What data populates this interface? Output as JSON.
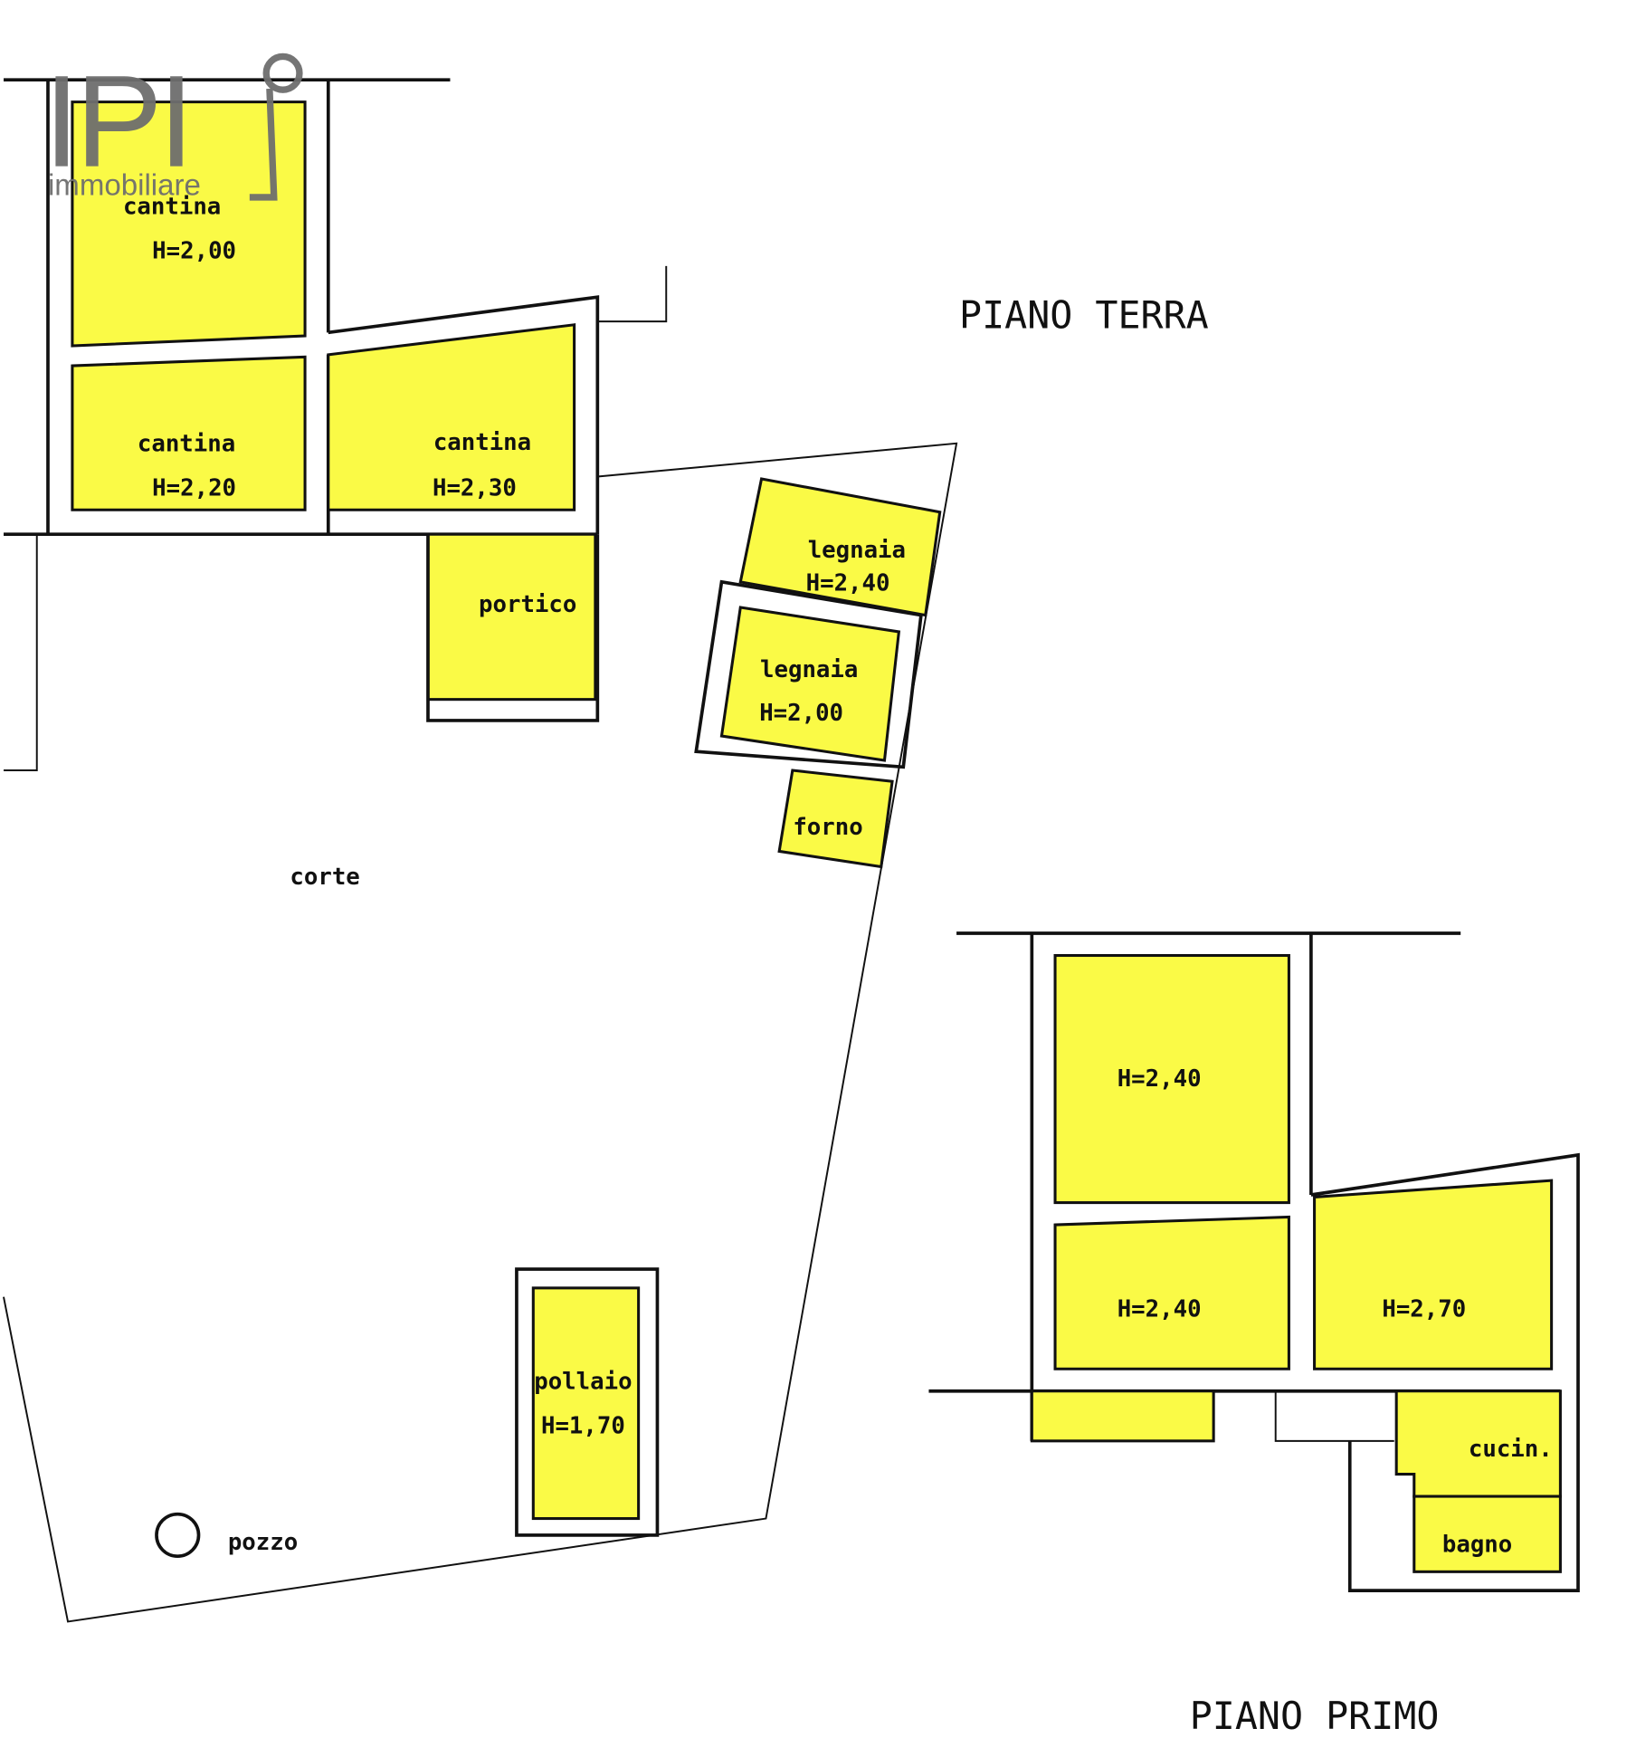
{
  "colors": {
    "room_fill": "#fafa46",
    "line": "#111111",
    "logo": "#6e6e6e"
  },
  "logo": {
    "mark": "IPI",
    "text": "immobiliare"
  },
  "piano_terra": {
    "title": "PIANO TERRA",
    "rooms": [
      {
        "name": "cantina",
        "height": "H=2,00"
      },
      {
        "name": "cantina",
        "height": "H=2,20"
      },
      {
        "name": "cantina",
        "height": "H=2,30"
      },
      {
        "name": "portico"
      },
      {
        "name": "legnaia",
        "height": "H=2,40"
      },
      {
        "name": "legnaia",
        "height": "H=2,00"
      },
      {
        "name": "forno"
      },
      {
        "name": "pollaio",
        "height": "H=1,70"
      }
    ],
    "corte": "corte",
    "pozzo": "pozzo"
  },
  "piano_primo": {
    "title": "PIANO PRIMO",
    "rooms": [
      {
        "height": "H=2,40"
      },
      {
        "height": "H=2,40"
      },
      {
        "height": "H=2,70"
      },
      {
        "name": "cucin."
      },
      {
        "name": "bagno"
      }
    ]
  }
}
